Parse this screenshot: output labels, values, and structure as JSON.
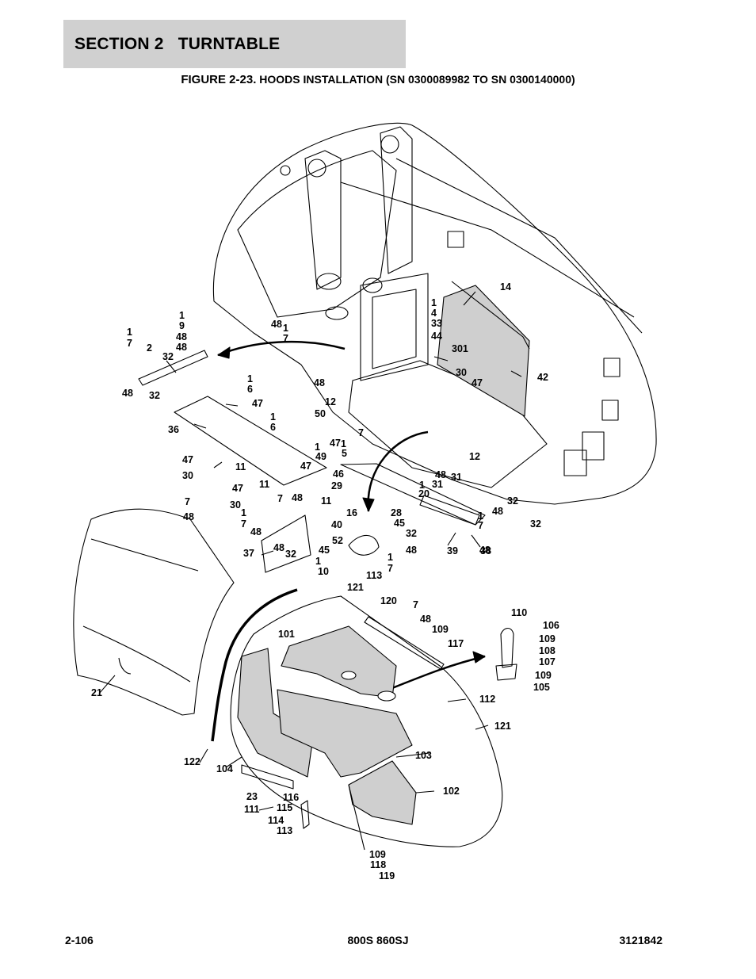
{
  "header": {
    "section_title": "SECTION 2   TURNTABLE",
    "figure_number": "FIGURE 2-23.",
    "figure_caption": "HOODS INSTALLATION (SN 0300089982 TO SN 0300140000)"
  },
  "footer": {
    "page_number": "2-106",
    "models": "800S 860SJ",
    "manual_number": "3121842"
  },
  "callouts": [
    "1",
    "7",
    "2",
    "1",
    "9",
    "48",
    "48",
    "32",
    "48",
    "32",
    "48",
    "1",
    "7",
    "1",
    "6",
    "47",
    "36",
    "1",
    "6",
    "12",
    "50",
    "47",
    "1",
    "7",
    "48",
    "1",
    "49",
    "5",
    "47",
    "47",
    "30",
    "11",
    "46",
    "29",
    "47",
    "11",
    "7",
    "48",
    "11",
    "30",
    "1",
    "7",
    "48",
    "37",
    "48",
    "32",
    "16",
    "28",
    "45",
    "40",
    "32",
    "52",
    "48",
    "45",
    "1",
    "10",
    "1",
    "7",
    "113",
    "14",
    "1",
    "4",
    "33",
    "44",
    "301",
    "30",
    "47",
    "42",
    "32",
    "48",
    "12",
    "48",
    "31",
    "31",
    "1",
    "20",
    "1",
    "7",
    "32",
    "48",
    "39",
    "38",
    "7",
    "48",
    "21",
    "121",
    "120",
    "7",
    "48",
    "109",
    "117",
    "101",
    "110",
    "106",
    "109",
    "108",
    "107",
    "109",
    "105",
    "112",
    "121",
    "122",
    "104",
    "103",
    "102",
    "23",
    "111",
    "116",
    "115",
    "114",
    "113",
    "109",
    "118",
    "119"
  ]
}
